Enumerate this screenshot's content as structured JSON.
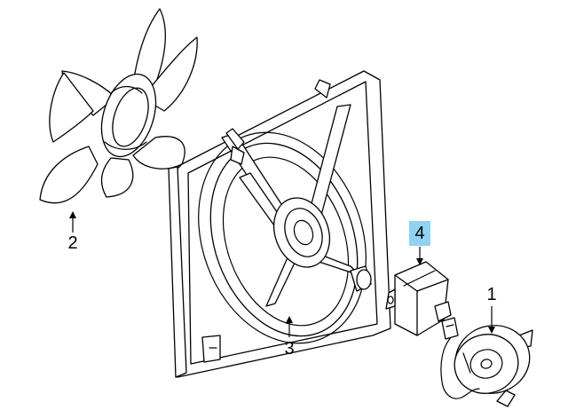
{
  "diagram": {
    "callouts": [
      {
        "id": "1",
        "label": "1",
        "highlighted": false
      },
      {
        "id": "2",
        "label": "2",
        "highlighted": false
      },
      {
        "id": "3",
        "label": "3",
        "highlighted": false
      },
      {
        "id": "4",
        "label": "4",
        "highlighted": true
      }
    ],
    "colors": {
      "line": "#000000",
      "background": "#ffffff",
      "highlight": "#8fd3f0"
    }
  }
}
